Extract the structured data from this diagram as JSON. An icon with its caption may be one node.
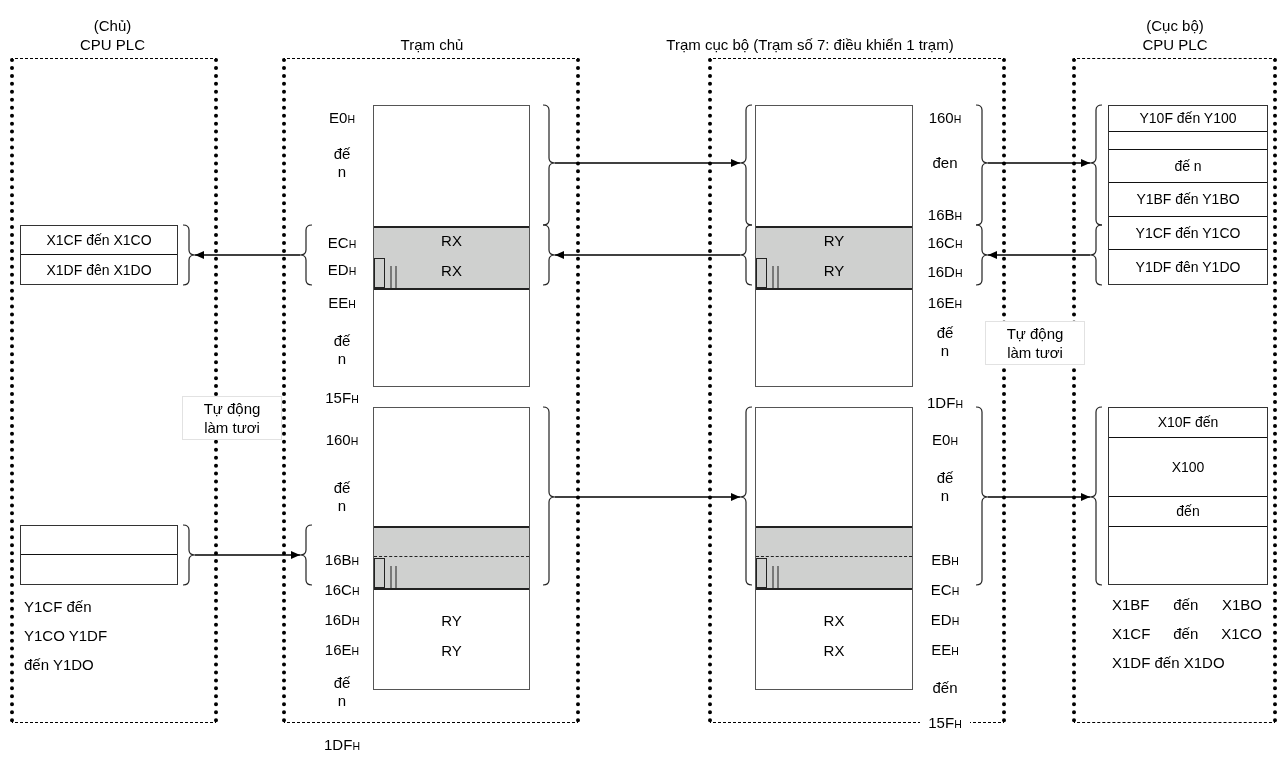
{
  "diagram": {
    "nodes": [
      {
        "text": [
          "(Chủ) CPU PLC"
        ]
      },
      {
        "text": [
          "Trạm chủ"
        ]
      },
      {
        "text": [
          "Trạm cục bộ (Trạm số 7: điều khiển 1 trạm)"
        ]
      },
      {
        "text": [
          "(Cục bộ) CPU PLC"
        ]
      },
      {
        "text": [
          "X1CF đến X1CO",
          "X1DF đên X1DO"
        ],
        "in": 0
      },
      {
        "text": [],
        "shape": "box",
        "in": 0,
        "beside": [
          "Y1CF đến Y1CO Y1DF đến Y1DO"
        ]
      },
      {
        "text": [
          "RX",
          "RX"
        ],
        "in": 1
      },
      {
        "text": [
          "RY",
          "RY"
        ],
        "in": 1
      },
      {
        "text": [
          "RY",
          "RY"
        ],
        "in": 2
      },
      {
        "text": [
          "RX",
          "RX"
        ],
        "in": 2
      },
      {
        "text": [
          "Y10F đến Y100",
          "đế n",
          "Y1BF đến Y1BO",
          "Y1CF đến Y1CO",
          "Y1DF đên Y1DO"
        ],
        "in": 3
      },
      {
        "text": [
          "X10F đến",
          "X100",
          "đến"
        ],
        "in": 3,
        "beside": [
          "X1BF đến X1BO X1CF đến X1CO X1DF đến X1DO"
        ]
      }
    ],
    "edges": [
      {
        "from": 6,
        "to": 8,
        "arrow": "to"
      },
      {
        "from": 8,
        "to": 6,
        "arrow": "to"
      },
      {
        "from": 10,
        "to": 8,
        "arrow": "to"
      },
      {
        "from": 8,
        "to": 10,
        "arrow": "to"
      },
      {
        "from": 6,
        "to": 4,
        "arrow": "to"
      },
      {
        "from": 5,
        "to": 7,
        "arrow": "to"
      },
      {
        "from": 7,
        "to": 9,
        "arrow": "to"
      },
      {
        "from": 9,
        "to": 11,
        "arrow": "to"
      }
    ],
    "labels": [
      "E0$_{H}$",
      "đế n",
      "EC$_{H}$",
      "ED$_{H}$",
      "EE$_{H}$",
      "đế n",
      "15F$_{H}$",
      "160$_{H}$",
      "đế n",
      "16B$_{H}$",
      "16C$_{H}$",
      "16D$_{H}$",
      "16E$_{H}$",
      "đế n",
      "1DF$_{H}$",
      "160$_{H}$",
      "đen",
      "16B$_{H}$",
      "16C$_{H}$",
      "16D$_{H}$",
      "16E$_{H}$",
      "đế n",
      "1DF$_{H}$",
      "E0$_{H}$",
      "đế n",
      "EB$_{H}$",
      "EC$_{H}$",
      "ED$_{H}$",
      "EE$_{H}$",
      "đến",
      "15F$_{H}$",
      "Tự động làm tươi",
      "Tự động làm tươi"
    ]
  }
}
